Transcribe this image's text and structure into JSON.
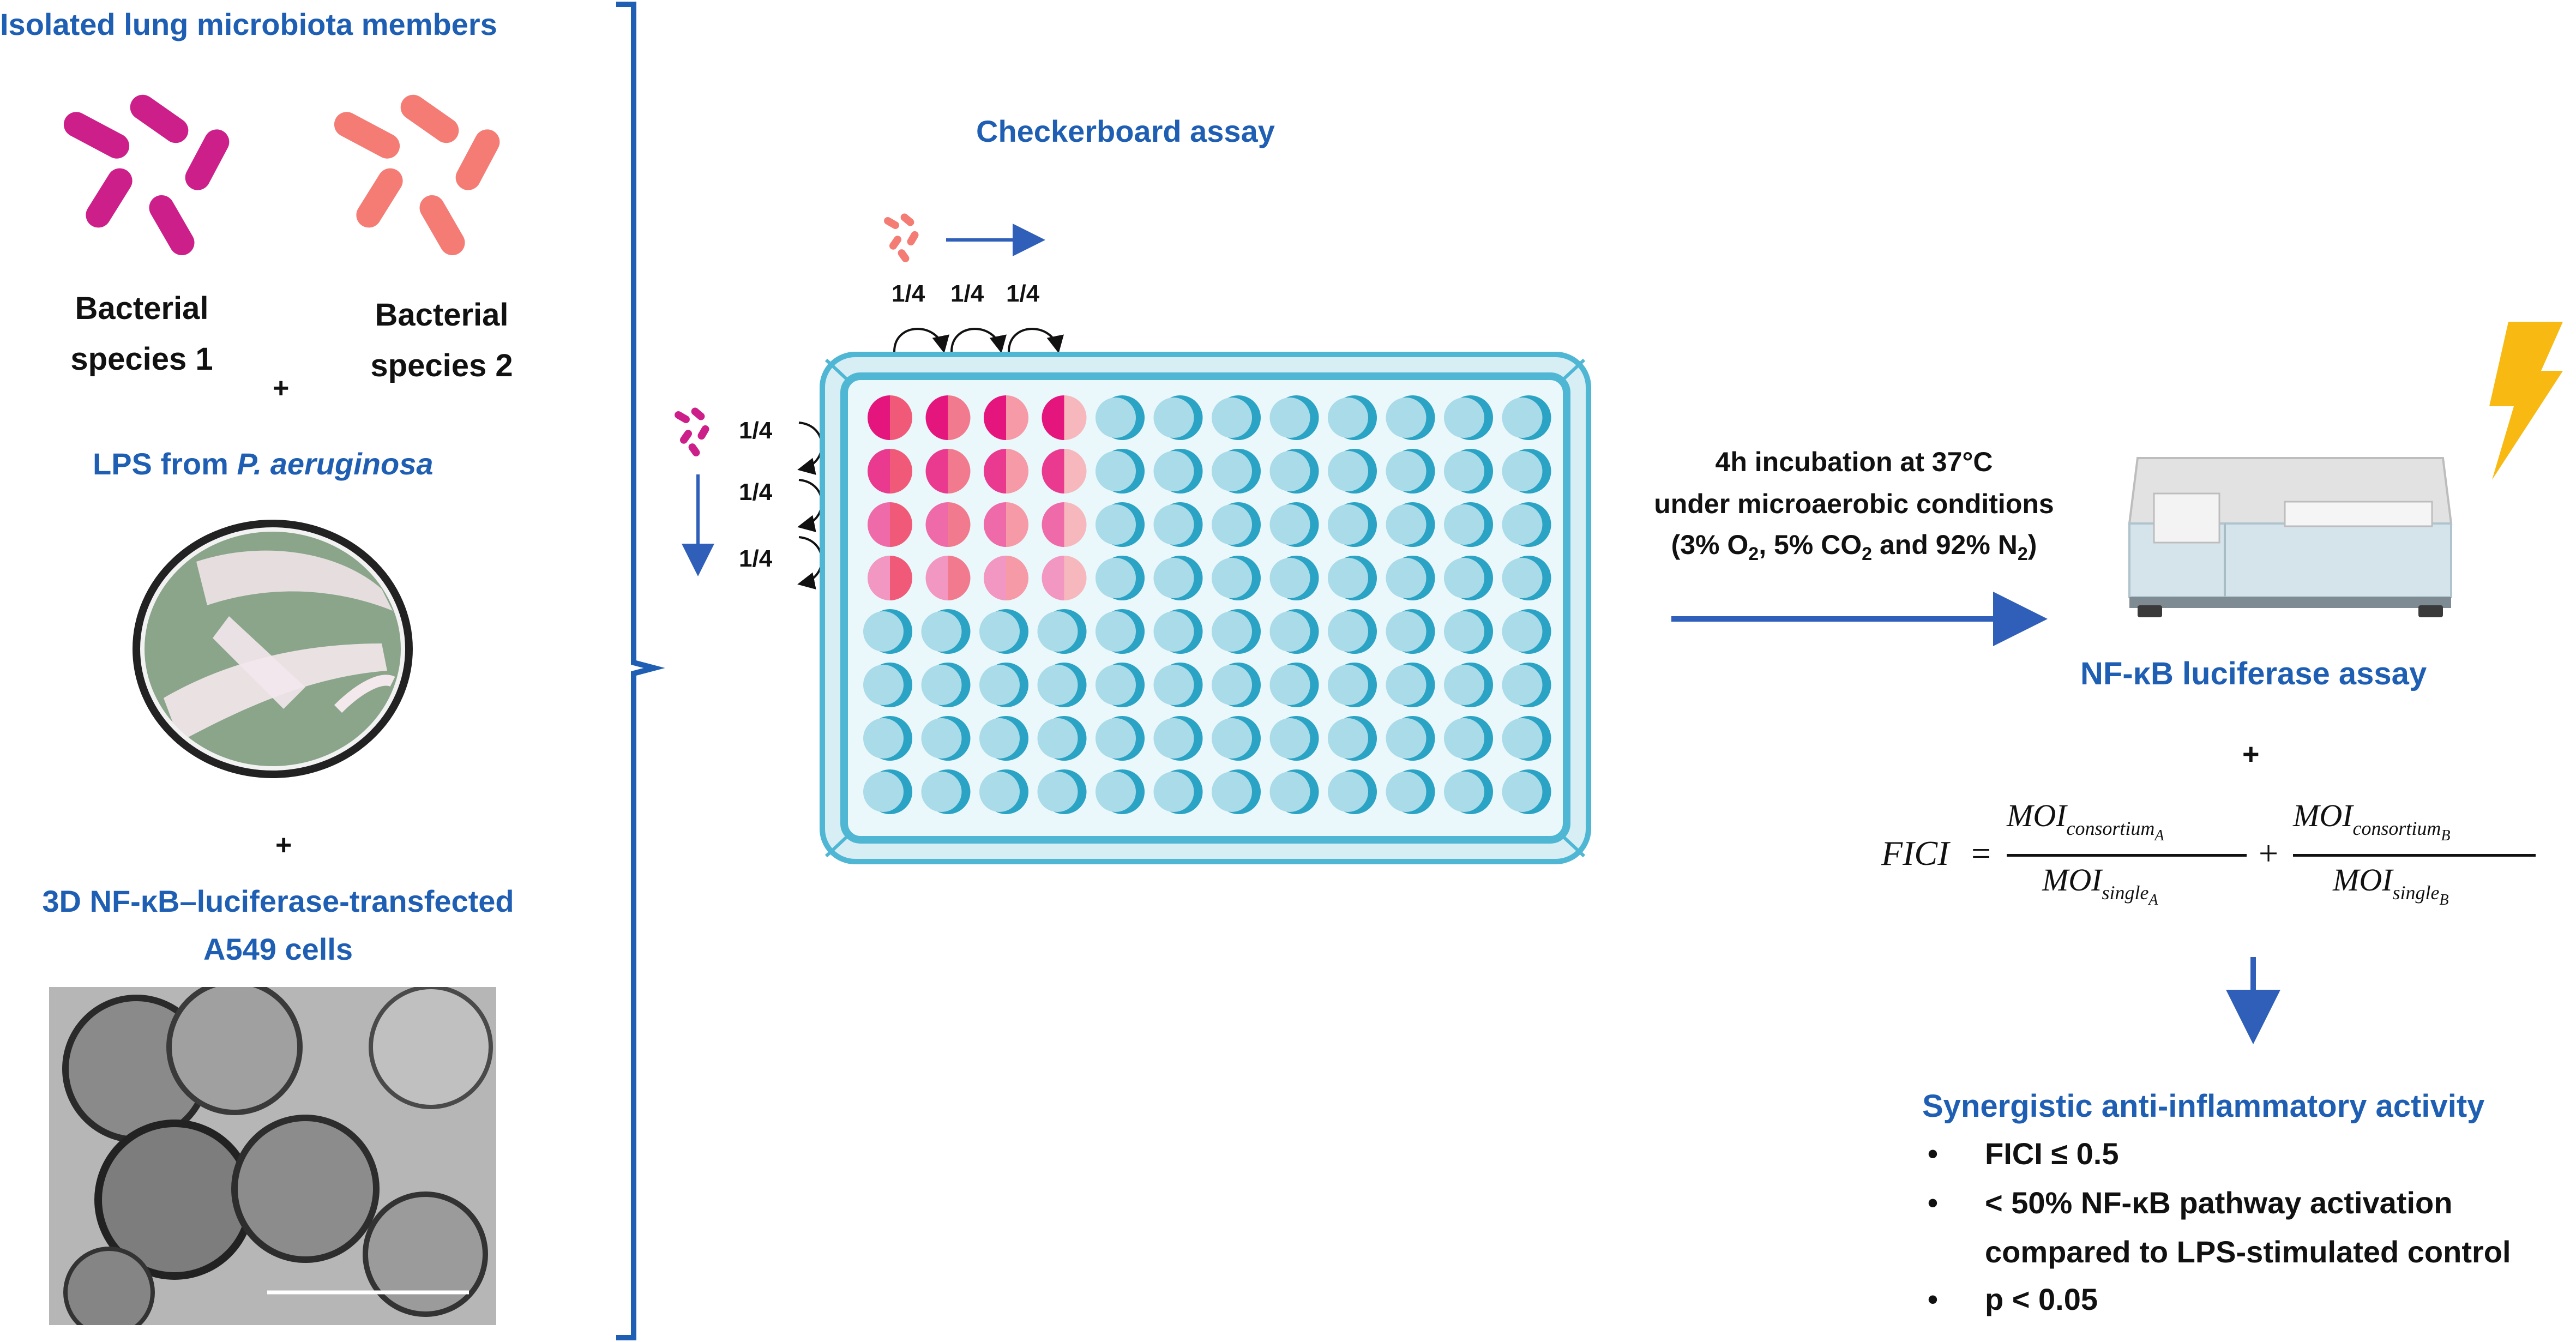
{
  "left_panel": {
    "title": "Isolated lung microbiota members",
    "species1_line1": "Bacterial",
    "species1_line2": "species 1",
    "species2_line1": "Bacterial",
    "species2_line2": "species 2",
    "plus1": "+",
    "lps_prefix": "LPS from ",
    "lps_italic": "P. aeruginosa",
    "plus2": "+",
    "cells_line1": "3D NF-κB–luciferase-transfected",
    "cells_line2": "A549 cells"
  },
  "assay": {
    "title": "Checkerboard assay",
    "dilution": "1/4"
  },
  "incubation": {
    "line1": "4h incubation at 37°C",
    "line2": "under microaerobic conditions",
    "line3_a": "(3% O",
    "line3_sub1": "2",
    "line3_b": ", 5% CO",
    "line3_sub2": "2",
    "line3_c": " and 92% N",
    "line3_sub3": "2",
    "line3_d": ")"
  },
  "luciferase": {
    "label": "NF-κB luciferase assay",
    "plus": "+"
  },
  "formula": {
    "lhs": "FICI",
    "eq": "=",
    "moi": "MOI",
    "consortium": "consortium",
    "single": "single",
    "sub_a": "A",
    "sub_b": "B",
    "plus": "+"
  },
  "result": {
    "title": "Synergistic anti-inflammatory activity",
    "bullet": "•",
    "items": [
      "FICI ≤ 0.5",
      "< 50% NF-κB pathway activation",
      "compared to LPS-stimulated control",
      "p < 0.05"
    ]
  },
  "colors": {
    "blue_text": "#1f5fb3",
    "arrow_blue": "#2f5fb8",
    "species1": "#cc1f8a",
    "species2": "#f47c74",
    "plate_border": "#4fb6d4",
    "well": "#a9dbe8",
    "well_shadow": "#2aa3c4",
    "lightning": "#f7b912",
    "petri_green": "#8aa58a"
  }
}
